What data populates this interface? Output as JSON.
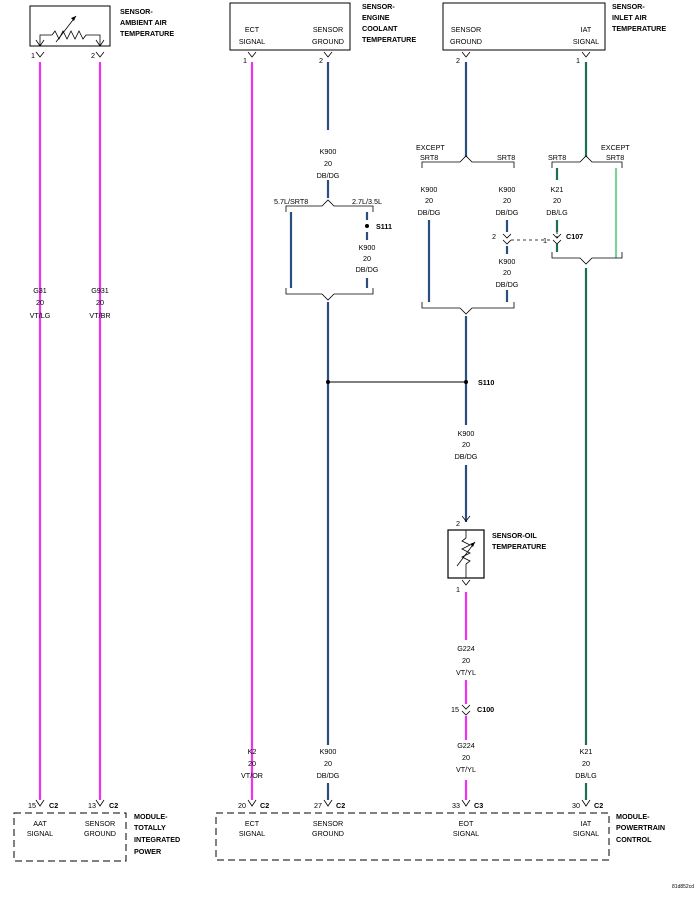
{
  "colors": {
    "VT": "#ee33ee",
    "DB": "#2a4f7d",
    "DG": "#1e6e5a",
    "LG": "#7fcf9f"
  },
  "components": {
    "aat_sensor": {
      "name": [
        "SENSOR-",
        "AMBIENT AIR",
        "TEMPERATURE"
      ],
      "pins": [
        "1",
        "2"
      ]
    },
    "ect_sensor": {
      "name": [
        "SENSOR-",
        "ENGINE",
        "COOLANT",
        "TEMPERATURE"
      ],
      "labels": [
        [
          "ECT",
          "SIGNAL"
        ],
        [
          "SENSOR",
          "GROUND"
        ]
      ],
      "pins": [
        "1",
        "2"
      ]
    },
    "iat_sensor": {
      "name": [
        "SENSOR-",
        "INLET AIR",
        "TEMPERATURE"
      ],
      "labels": [
        [
          "SENSOR",
          "GROUND"
        ],
        [
          "IAT",
          "SIGNAL"
        ]
      ],
      "pins": [
        "2",
        "1"
      ]
    },
    "oil_sensor": {
      "name": [
        "SENSOR-OIL",
        "TEMPERATURE"
      ],
      "pins": [
        "2",
        "1"
      ]
    },
    "tipm": {
      "name": [
        "MODULE-",
        "TOTALLY",
        "INTEGRATED",
        "POWER"
      ],
      "labels": [
        [
          "AAT",
          "SIGNAL"
        ],
        [
          "SENSOR",
          "GROUND"
        ]
      ],
      "pins": [
        [
          "15",
          "C2"
        ],
        [
          "13",
          "C2"
        ]
      ]
    },
    "pcm": {
      "name": [
        "MODULE-",
        "POWERTRAIN",
        "CONTROL"
      ],
      "labels": [
        [
          "ECT",
          "SIGNAL"
        ],
        [
          "SENSOR",
          "GROUND"
        ],
        [
          "EOT",
          "SIGNAL"
        ],
        [
          "IAT",
          "SIGNAL"
        ]
      ],
      "pins": [
        [
          "20",
          "C2"
        ],
        [
          "27",
          "C2"
        ],
        [
          "33",
          "C3"
        ],
        [
          "30",
          "C2"
        ]
      ]
    }
  },
  "wires": {
    "g31": [
      "G31",
      "20",
      "VT/LG"
    ],
    "g931": [
      "G931",
      "20",
      "VT/BR"
    ],
    "k2": [
      "K2",
      "20",
      "VT/OR"
    ],
    "k900_top": [
      "K900",
      "20",
      "DB/DG"
    ],
    "k900_s111": [
      "K900",
      "20",
      "DB/DG"
    ],
    "k900_bottom": [
      "K900",
      "20",
      "DB/DG"
    ],
    "k900_ex_srt8": [
      "K900",
      "20",
      "DB/DG"
    ],
    "k900_srt8": [
      "K900",
      "20",
      "DB/DG"
    ],
    "k900_c107": [
      "K900",
      "20",
      "DB/DG"
    ],
    "k900_s110": [
      "K900",
      "20",
      "DB/DG"
    ],
    "k21_srt8": [
      "K21",
      "20",
      "DB/LG"
    ],
    "k21_bottom": [
      "K21",
      "20",
      "DB/LG"
    ],
    "g224_top": [
      "G224",
      "20",
      "VT/YL"
    ],
    "g224_bottom": [
      "G224",
      "20",
      "VT/YL"
    ]
  },
  "options": {
    "l57_srt8": "5.7L/SRT8",
    "l27_35": "2.7L/3.5L",
    "except_1": "EXCEPT",
    "srt8_except_1": "SRT8",
    "srt8_1": "SRT8",
    "srt8_2": "SRT8",
    "except_2": "EXCEPT",
    "srt8_except_2": "SRT8"
  },
  "splices": {
    "s111": "S111",
    "s110": "S110"
  },
  "connectors": {
    "c107": "C107",
    "c107_pin_a": "2",
    "c107_pin_b": "1",
    "c100": "C100",
    "c100_pin": "15"
  },
  "figure_id": "81d852cd"
}
